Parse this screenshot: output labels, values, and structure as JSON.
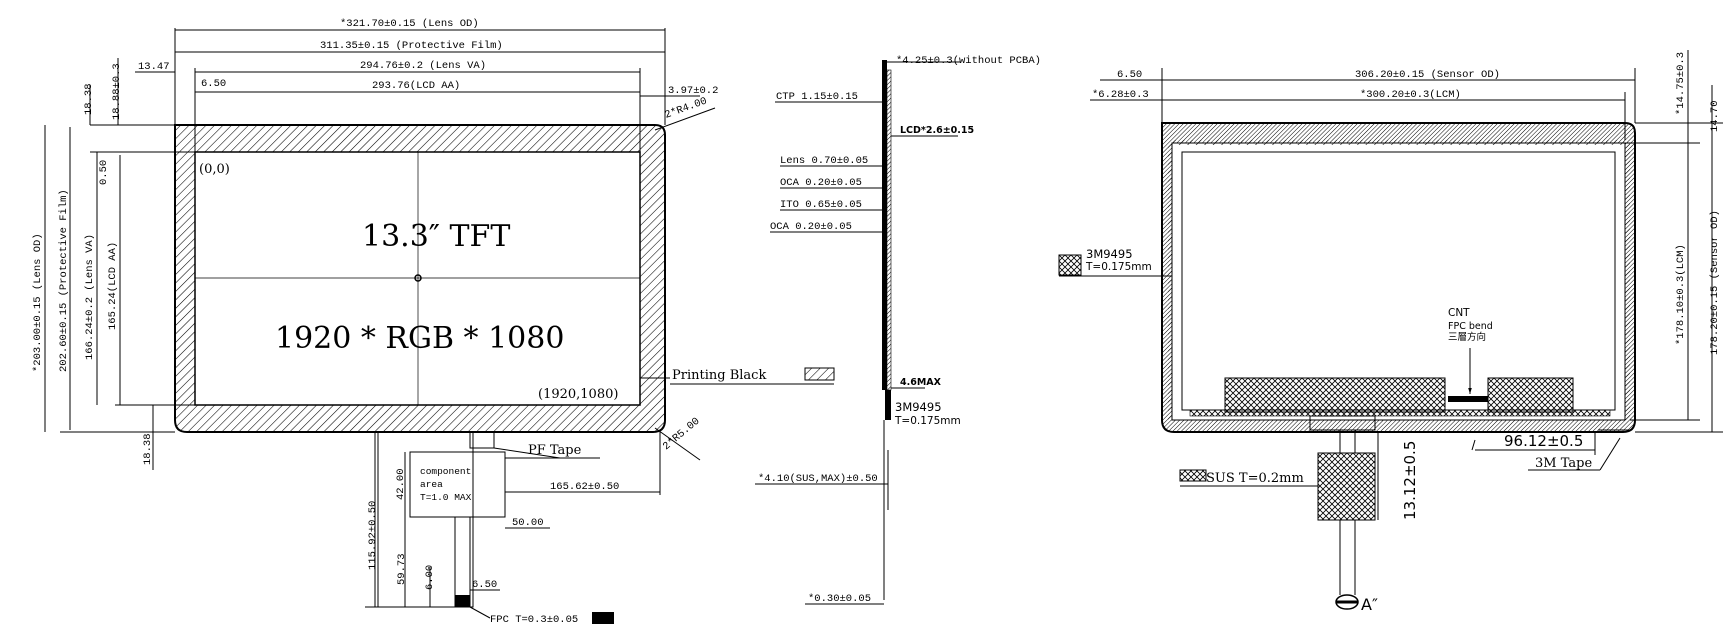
{
  "front_view": {
    "dims": {
      "lens_od_w": "*321.70±0.15 (Lens OD)",
      "film_w": "311.35±0.15 (Protective Film)",
      "lens_va_w": "294.76±0.2 (Lens VA)",
      "lcd_aa_w": "293.76(LCD AA)",
      "left_offset": "13.47",
      "aa_offset": "6.50",
      "right_offset": "3.97±0.2",
      "corner_radius_top": "2*R4.00",
      "corner_radius_bottom": "2*R5.00",
      "top_offset_a": "18.38",
      "top_offset_b": "18.88±0.3",
      "left_inner_offset": "0.50",
      "lens_od_h": "*203.00±0.15 (Lens OD)",
      "film_h": "202.60±0.15 (Protective Film)",
      "lens_va_h": "166.24±0.2 (Lens VA)",
      "lcd_aa_h": "165.24(LCD AA)",
      "bottom_offset": "18.38",
      "fpc_total_h": "115.92±0.50",
      "component_h": "42.00",
      "fpc_tail_h": "59.73",
      "fpc_end_h": "6.00",
      "fpc_right": "165.62±0.50",
      "component_w": "50.00",
      "fpc_width": "6.50",
      "fpc_thickness": "FPC T=0.3±0.05"
    },
    "origin_label": "(0,0)",
    "end_label": "(1920,1080)",
    "title": "13.3″ TFT",
    "resolution": "1920 * RGB * 1080",
    "printing_black": "Printing Black",
    "pf_tape": "PF Tape",
    "component_area": [
      "component",
      "area",
      "T=1.0 MAX"
    ]
  },
  "side_view": {
    "top_dim": "*4.25±0.3(without PCBA)",
    "ctp_dim": "CTP 1.15±0.15",
    "lcd_dim": "LCD*2.6±0.15",
    "layers": [
      "Lens 0.70±0.05",
      "OCA 0.20±0.05",
      "ITO 0.65±0.05",
      "OCA 0.20±0.05"
    ],
    "max_label": "4.6MAX",
    "tape_name": "3M9495",
    "tape_thickness": "T=0.175mm",
    "sus_label": "*4.10(SUS,MAX)±0.50",
    "bottom_dim": "*0.30±0.05"
  },
  "back_view": {
    "sensor_od_w": "306.20±0.15 (Sensor OD)",
    "lcm_w": "*300.20±0.3(LCM)",
    "left_offset_a": "6.50",
    "left_offset_b": "*6.28±0.3",
    "top_right_a": "*14.75±0.3",
    "top_right_b": "14.70",
    "lcm_h": "*178.10±0.3(LCM)",
    "sensor_od_h": "178.20±0.15 (Sensor OD)",
    "tape_name": "3M9495",
    "tape_thickness": "T=0.175mm",
    "cnt_label": "CNT",
    "cnt_note": [
      "FPC bend",
      "三層方向"
    ],
    "dim_9612": "96.12±0.5",
    "dim_1312": "13.12±0.5",
    "sus_label": "SUS T=0.2mm",
    "tape_3m": "3M Tape",
    "view_label": "A″"
  }
}
